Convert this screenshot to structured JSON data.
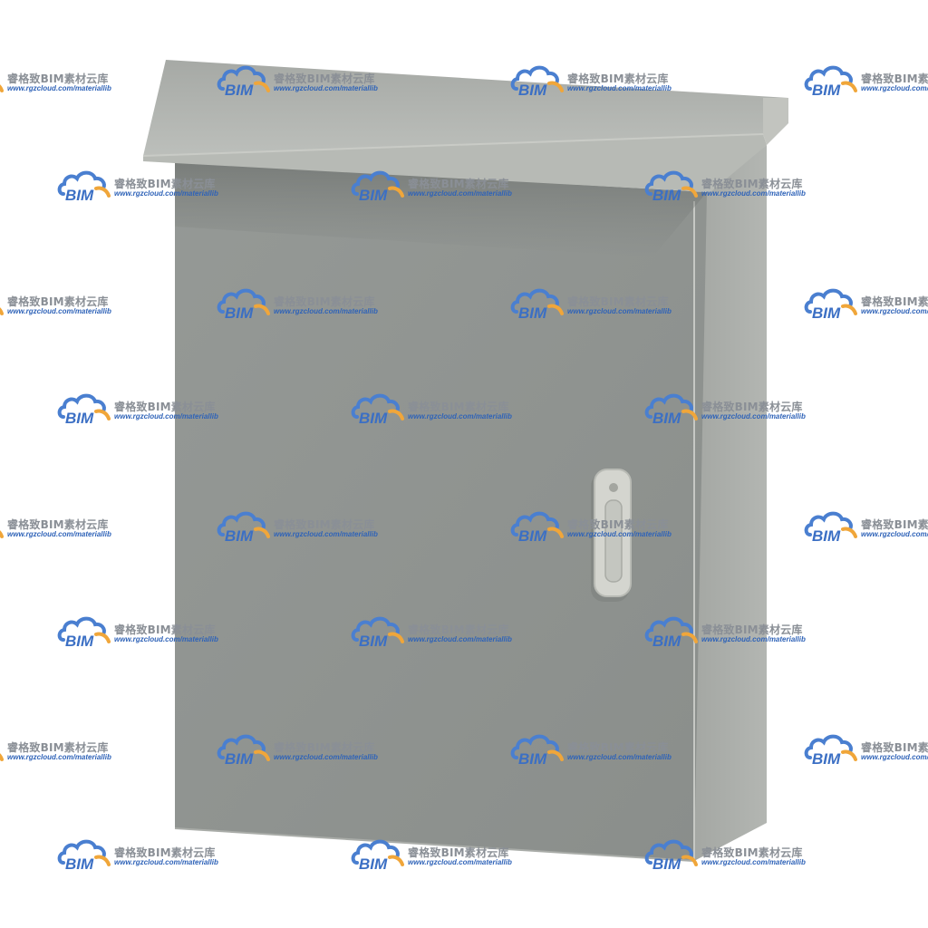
{
  "watermark": {
    "logo_text": "BIM",
    "name": "睿格致BIM素材云库",
    "url": "www.rgzcloud.com/materiallib",
    "logo_icon": "cloud-icon",
    "colors": {
      "cloud_blue": "#4a7fd0",
      "cloud_orange": "#f0a63a",
      "name_gray": "#8a8f96",
      "url_blue": "#2f63b8"
    }
  },
  "cabinet": {
    "icon": "electrical-enclosure-cabinet",
    "colors": {
      "door": "#8e928f",
      "side": "#a9aca8",
      "roof_top": "#bcbfba",
      "roof_front": "#b3b6b1",
      "handle": "#d3d4ce"
    }
  }
}
